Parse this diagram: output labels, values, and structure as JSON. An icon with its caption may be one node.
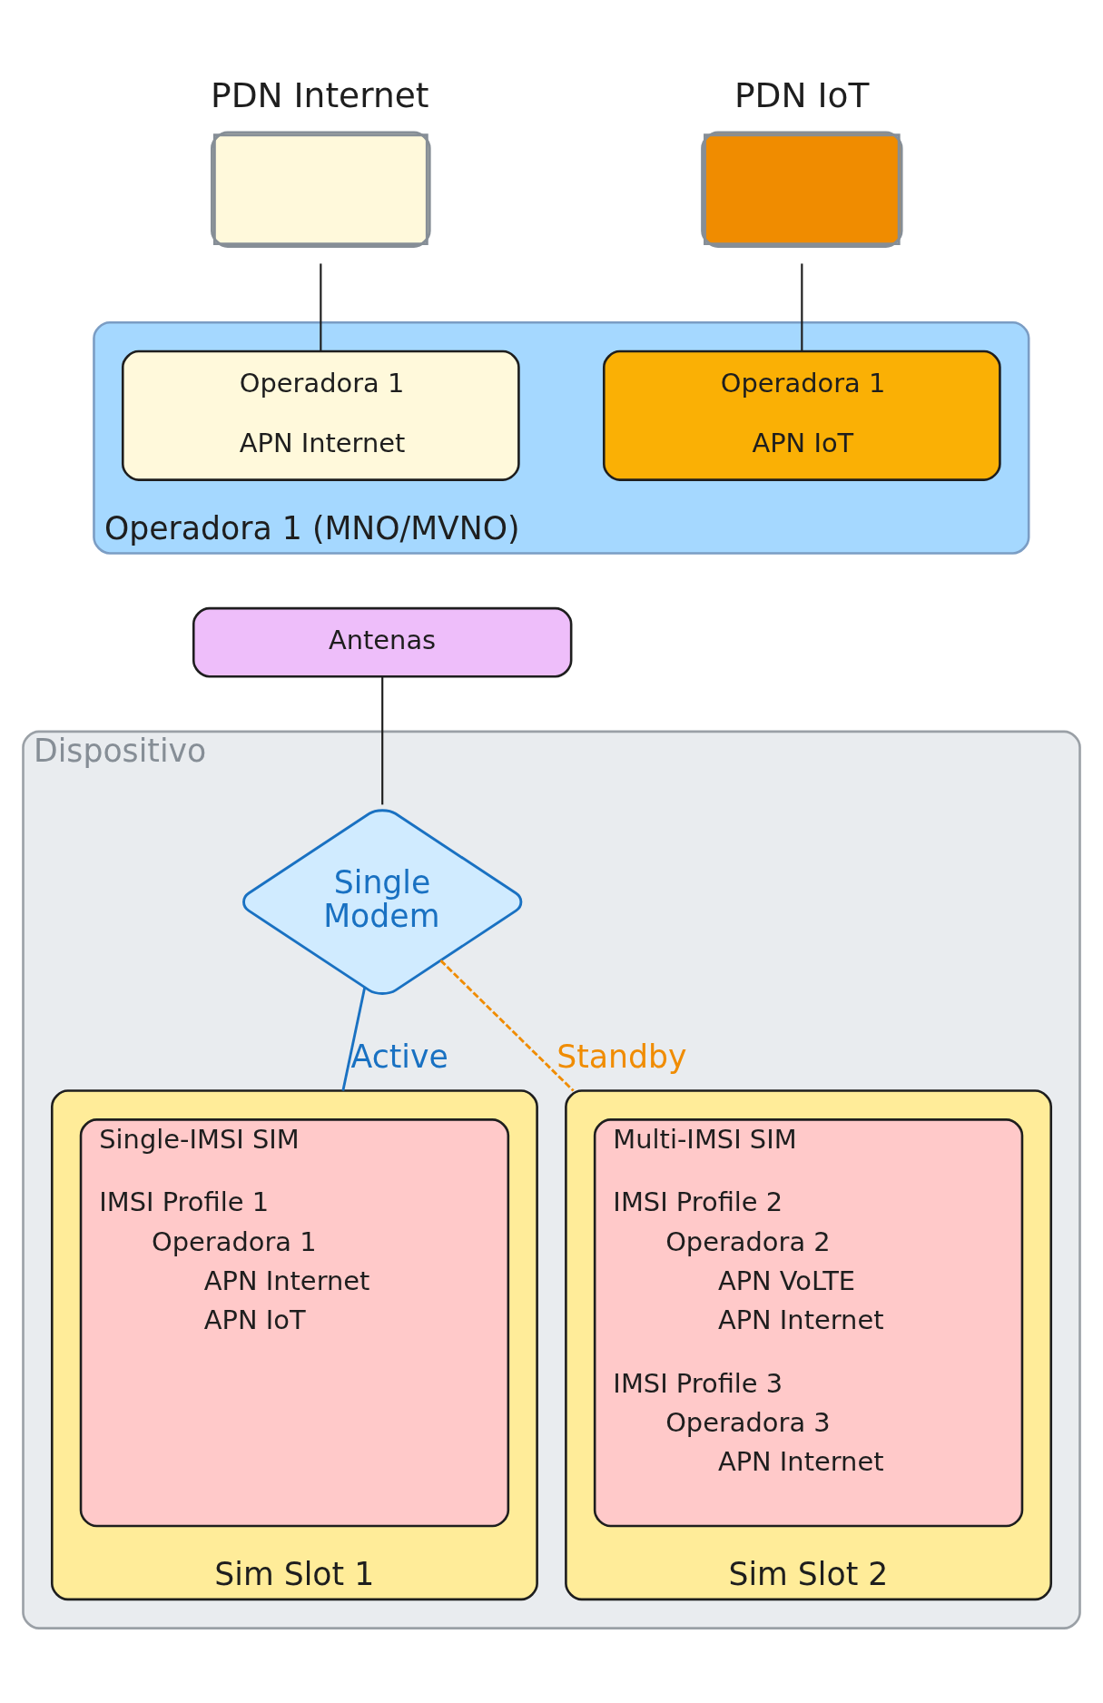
{
  "diagram": {
    "nodes": [
      {
        "text": [
          "PDN Internet"
        ]
      },
      {
        "text": [
          "PDN IoT"
        ]
      },
      {
        "text": [
          "Operadora 1 (MNO/MVNO)"
        ]
      },
      {
        "text": [
          "Operadora 1",
          "APN Internet"
        ],
        "in": 2
      },
      {
        "text": [
          "Operadora 1",
          "APN IoT"
        ],
        "in": 2
      },
      {
        "text": [
          "Antenas"
        ]
      },
      {
        "text": [
          "Dispositivo"
        ]
      },
      {
        "text": [
          "Single Modem"
        ],
        "in": 6
      },
      {
        "text": [
          "Sim Slot 1"
        ],
        "in": 6
      },
      {
        "text": [
          "Single-IMSI SIM",
          "IMSI Profile 1",
          "Operadora 1",
          "APN Internet",
          "APN IoT"
        ],
        "in": 8
      },
      {
        "text": [
          "Sim Slot 2"
        ],
        "in": 6
      },
      {
        "text": [
          "Multi-IMSI SIM",
          "IMSI Profile 2",
          "Operadora 2",
          "APN VoLTE",
          "APN Internet",
          "IMSI Profile 3",
          "Operadora 3",
          "APN Internet"
        ],
        "in": 10
      }
    ],
    "edges": [
      {
        "from": 0,
        "to": 3,
        "arrow": "none"
      },
      {
        "from": 1,
        "to": 4,
        "arrow": "none"
      },
      {
        "from": 5,
        "to": 7,
        "arrow": "none"
      },
      {
        "from": 7,
        "to": 8,
        "arrow": "none",
        "label": "Active",
        "color": "#1971c2"
      },
      {
        "from": 7,
        "to": 10,
        "arrow": "none",
        "label": "Standby",
        "style": "dashed",
        "color": "#f08c00"
      }
    ]
  }
}
